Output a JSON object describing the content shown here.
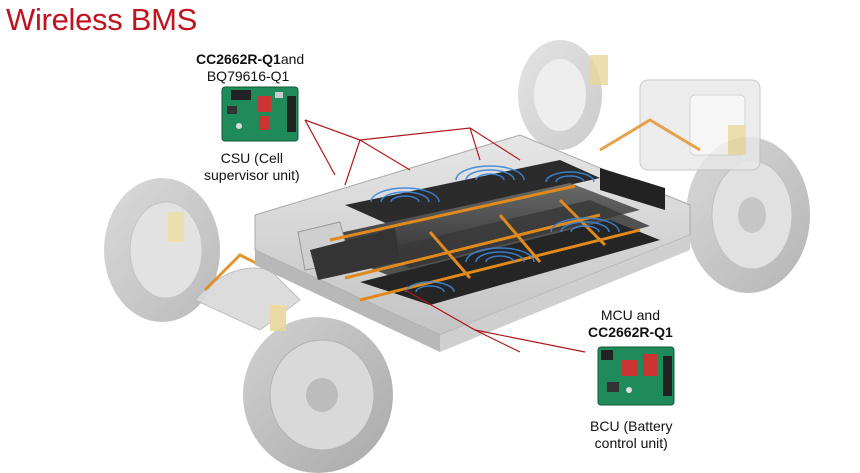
{
  "title": "Wireless BMS",
  "csu": {
    "chip_line1_bold": "CC2662R-Q1",
    "chip_line1_rest": "and",
    "chip_line2": "BQ79616-Q1",
    "name_line1": "CSU (Cell",
    "name_line2": "supervisor unit)"
  },
  "bcu": {
    "chip_line1": "MCU and",
    "chip_line2_bold": "CC2662R-Q1",
    "name_line1": "BCU (Battery",
    "name_line2": "control unit)"
  },
  "colors": {
    "title": "#c1121f",
    "connector_lines": "#b0181c",
    "pcb": "#1f8a5a",
    "wireless_waves": "#3a86d8",
    "busbar": "#e08a1e"
  },
  "icons": [
    "pcb-board-icon",
    "wireless-signal-icon",
    "battery-module-icon"
  ]
}
